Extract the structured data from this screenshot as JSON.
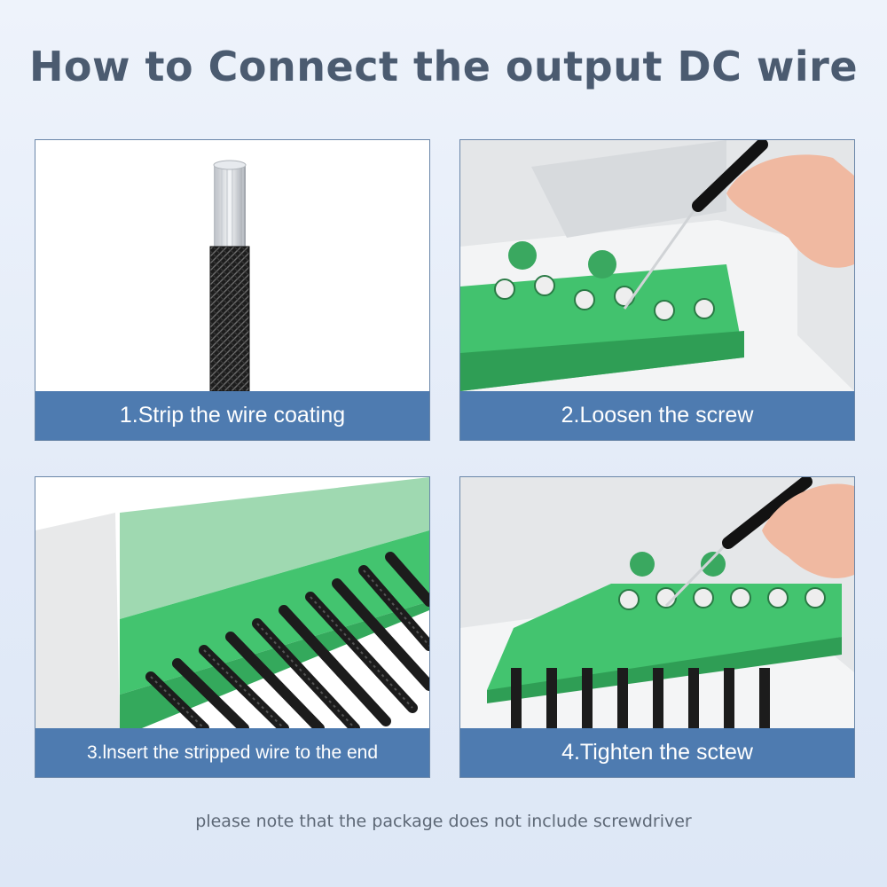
{
  "title": "How to Connect the output DC wire",
  "steps": [
    {
      "caption": "1.Strip the wire coating",
      "icon": "wire-stripped-icon"
    },
    {
      "caption": "2.Loosen the screw",
      "icon": "screwdriver-terminal-icon"
    },
    {
      "caption": "3.lnsert the stripped wire to the end",
      "icon": "terminal-wires-icon"
    },
    {
      "caption": "4.Tighten the sctew",
      "icon": "screwdriver-terminal-wires-icon"
    }
  ],
  "note": "please note that the package does not include screwdriver",
  "colors": {
    "caption_bg": "#4e7bb0",
    "title": "#4b5b70",
    "terminal_green": "#3fbf6a",
    "wire_black": "#1e1e1e"
  }
}
